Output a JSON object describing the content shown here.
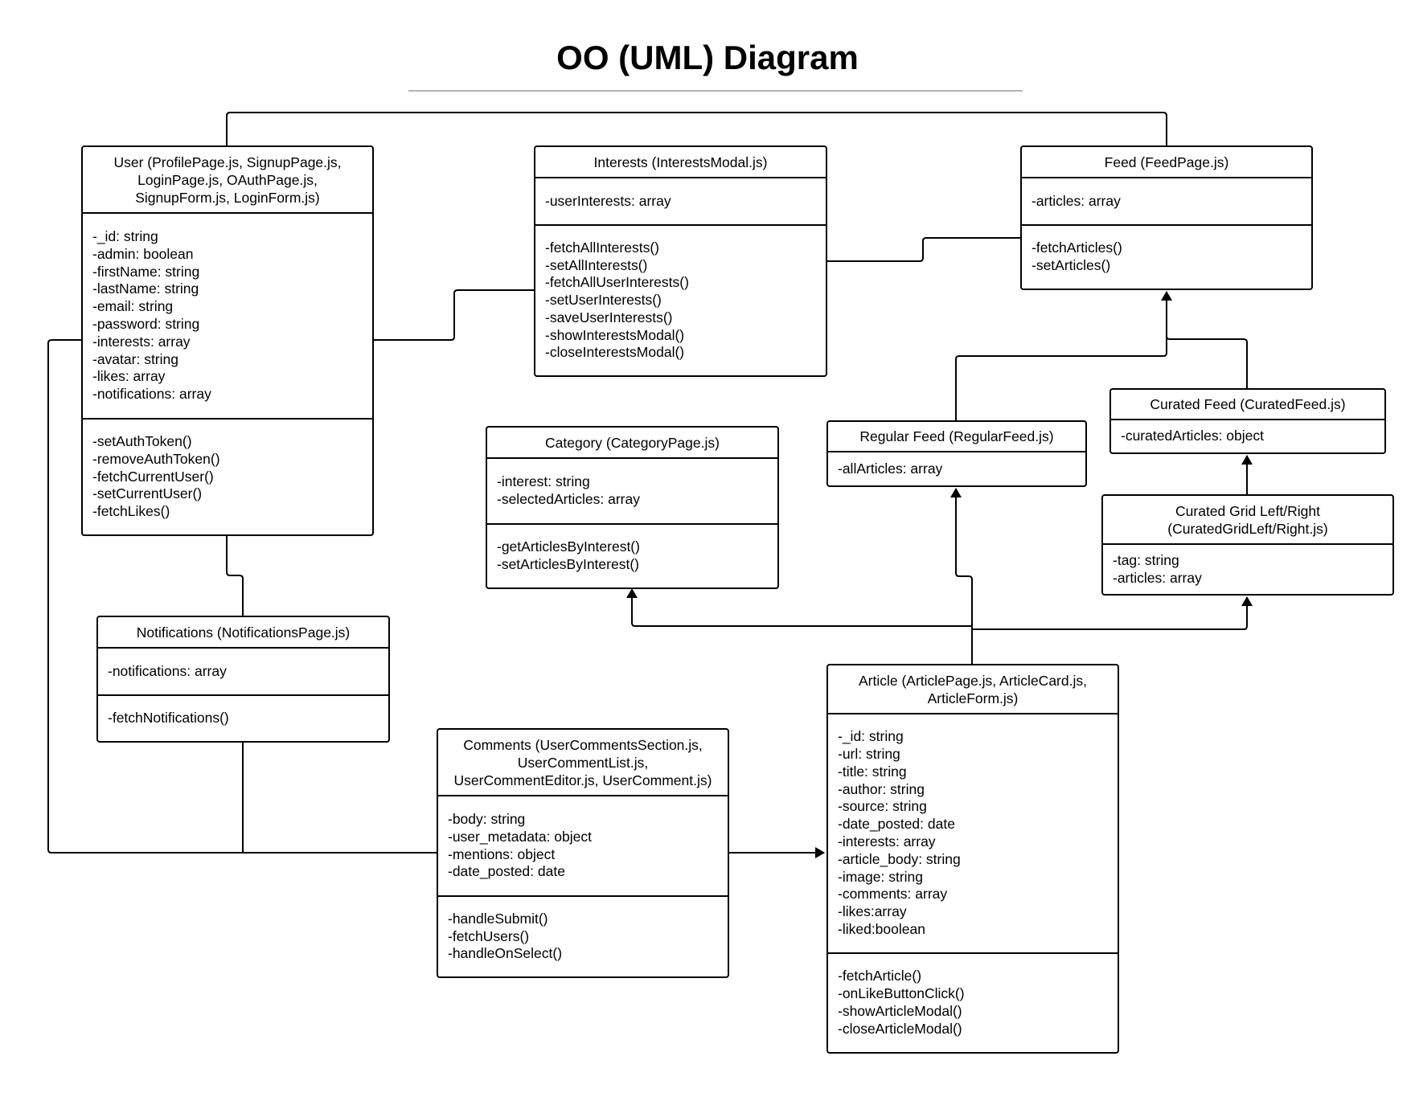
{
  "title": "OO (UML) Diagram",
  "classes": {
    "user": {
      "header": [
        "User (ProfilePage.js, SignupPage.js,",
        "LoginPage.js, OAuthPage.js,",
        "SignupForm.js, LoginForm.js)"
      ],
      "attributes": [
        "-_id: string",
        "-admin: boolean",
        "-firstName: string",
        "-lastName: string",
        "-email: string",
        "-password: string",
        "-interests: array",
        "-avatar: string",
        "-likes: array",
        "-notifications: array"
      ],
      "methods": [
        "-setAuthToken()",
        "-removeAuthToken()",
        "-fetchCurrentUser()",
        "-setCurrentUser()",
        "-fetchLikes()"
      ]
    },
    "interests": {
      "header": [
        "Interests (InterestsModal.js)"
      ],
      "attributes": [
        "-userInterests: array"
      ],
      "methods": [
        "-fetchAllInterests()",
        "-setAllInterests()",
        "-fetchAllUserInterests()",
        "-setUserInterests()",
        "-saveUserInterests()",
        "-showInterestsModal()",
        "-closeInterestsModal()"
      ]
    },
    "feed": {
      "header": [
        "Feed (FeedPage.js)"
      ],
      "attributes": [
        "-articles: array"
      ],
      "methods": [
        "-fetchArticles()",
        "-setArticles()"
      ]
    },
    "category": {
      "header": [
        "Category (CategoryPage.js)"
      ],
      "attributes": [
        "-interest: string",
        "-selectedArticles: array"
      ],
      "methods": [
        "-getArticlesByInterest()",
        "-setArticlesByInterest()"
      ]
    },
    "regular_feed": {
      "header": [
        "Regular Feed (RegularFeed.js)"
      ],
      "attributes": [
        "-allArticles: array"
      ]
    },
    "curated_feed": {
      "header": [
        "Curated Feed (CuratedFeed.js)"
      ],
      "attributes": [
        "-curatedArticles: object"
      ]
    },
    "curated_grid": {
      "header": [
        "Curated Grid Left/Right",
        "(CuratedGridLeft/Right.js)"
      ],
      "attributes": [
        "-tag: string",
        "-articles: array"
      ]
    },
    "notifications": {
      "header": [
        "Notifications (NotificationsPage.js)"
      ],
      "attributes": [
        "-notifications: array"
      ],
      "methods": [
        "-fetchNotifications()"
      ]
    },
    "comments": {
      "header": [
        "Comments (UserCommentsSection.js,",
        "UserCommentList.js,",
        "UserCommentEditor.js, UserComment.js)"
      ],
      "attributes": [
        "-body: string",
        "-user_metadata: object",
        "-mentions: object",
        "-date_posted: date"
      ],
      "methods": [
        "-handleSubmit()",
        "-fetchUsers()",
        "-handleOnSelect()"
      ]
    },
    "article": {
      "header": [
        "Article (ArticlePage.js, ArticleCard.js,",
        "ArticleForm.js)"
      ],
      "attributes": [
        "-_id: string",
        "-url: string",
        "-title: string",
        "-author: string",
        "-source: string",
        "-date_posted: date",
        "-interests: array",
        "-article_body: string",
        "-image: string",
        "-comments: array",
        "-likes:array",
        "-liked:boolean"
      ],
      "methods": [
        "-fetchArticle()",
        "-onLikeButtonClick()",
        "-showArticleModal()",
        "-closeArticleModal()"
      ]
    }
  }
}
